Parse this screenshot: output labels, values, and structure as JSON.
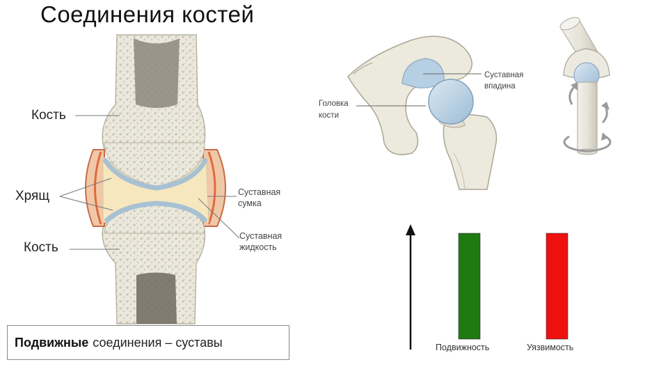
{
  "title": "Соединения костей",
  "knee_labels": {
    "bone_top": "Кость",
    "cartilage": "Хрящ",
    "bone_bottom": "Кость",
    "capsule_line1": "Суставная",
    "capsule_line2": "сумка",
    "fluid_line1": "Суставная",
    "fluid_line2": "жидкость"
  },
  "hip_labels": {
    "socket_line1": "Суставная",
    "socket_line2": "впадина",
    "head_line1": "Головка",
    "head_line2": "кости"
  },
  "caption": {
    "bold": "Подвижные",
    "rest": "соединения – суставы"
  },
  "comparison": {
    "bars": [
      {
        "label": "Подвижность",
        "level": 1.0,
        "color": "#1f7a12"
      },
      {
        "label": "Уязвимость",
        "level": 1.0,
        "color": "#ef1010"
      }
    ]
  },
  "colors": {
    "bone": "#e9e6d9",
    "bone_dark": "#9f9b8c",
    "cartilage": "#bfd3df",
    "fluid": "#f6e7bf",
    "capsule": "#e06a3c",
    "ball": "#bcd4e6"
  }
}
